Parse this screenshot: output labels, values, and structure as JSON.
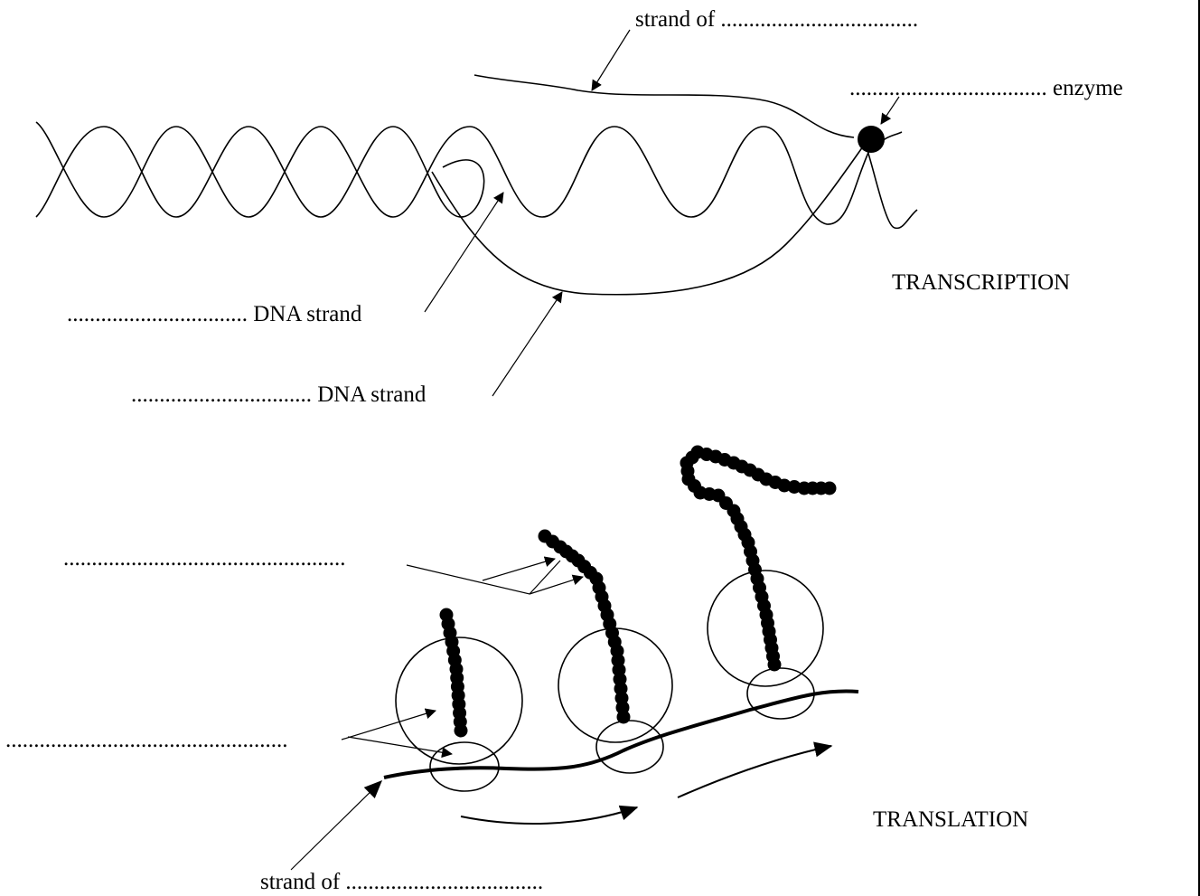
{
  "transcription": {
    "title": "TRANSCRIPTION",
    "label_rna_strand": "strand of ...................................",
    "label_enzyme": "................................... enzyme",
    "label_dna_strand_1": "................................ DNA strand",
    "label_dna_strand_2": "................................ DNA strand"
  },
  "translation": {
    "title": "TRANSLATION",
    "label_chains": "..................................................",
    "label_ribosome": "..................................................",
    "label_mrna_strand": "strand of ..................................."
  }
}
